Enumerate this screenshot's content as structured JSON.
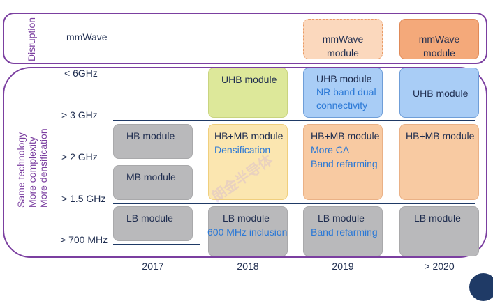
{
  "disruption_section": {
    "side_label": "Disruption",
    "row_label": "mmWave",
    "modules": [
      {
        "year_col": "2019",
        "label": "mmWave module",
        "style": "dashed-light-orange"
      },
      {
        "year_col": "> 2020",
        "label": "mmWave module",
        "style": "solid-orange"
      }
    ]
  },
  "main_section": {
    "side_labels": [
      "Same technology",
      "More complexity",
      "More densification"
    ],
    "band_labels": [
      "< 6GHz",
      "> 3 GHz",
      "> 2 GHz",
      "> 1.5 GHz",
      "> 700 MHz"
    ]
  },
  "modules": {
    "y2017": {
      "hb": {
        "title": "HB module"
      },
      "mb": {
        "title": "MB module"
      },
      "lb": {
        "title": "LB module"
      }
    },
    "y2018": {
      "uhb": {
        "title": "UHB module"
      },
      "hbmb": {
        "title": "HB+MB module",
        "sub": "Densification"
      },
      "lb": {
        "title": "LB module",
        "sub": "600 MHz inclusion"
      }
    },
    "y2019": {
      "uhb": {
        "title": "UHB module",
        "sub": "NR band dual connectivity"
      },
      "hbmb": {
        "title": "HB+MB module",
        "sub1": "More CA",
        "sub2": "Band refarming"
      },
      "lb": {
        "title": "LB module",
        "sub": "Band refarming"
      }
    },
    "y2020": {
      "uhb": {
        "title": "UHB module"
      },
      "hbmb": {
        "title": "HB+MB module"
      },
      "lb": {
        "title": "LB module"
      }
    }
  },
  "years": [
    "2017",
    "2018",
    "2019",
    "> 2020"
  ],
  "watermark": "朗金半导体",
  "colors": {
    "frame": "#7b3fa0",
    "line": "#1f3a66",
    "gray": "#b9b9bb",
    "green": "#dde89a",
    "blue": "#a9cdf6",
    "yellow": "#fbe6b0",
    "orange": "#f8caa2",
    "orange_dark": "#f4a97a",
    "sub_text": "#2a78d6"
  }
}
